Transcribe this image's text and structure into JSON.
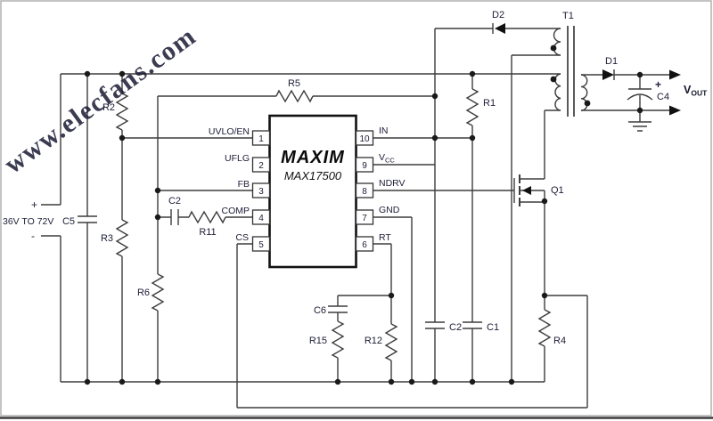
{
  "watermark": {
    "text": "www.elecfans.com",
    "color": "#b5432a"
  },
  "colors": {
    "wire": "#3d3d3d",
    "label": "#20203a",
    "ic_border": "#111111",
    "frame": "#b0b0b0",
    "frame_bottom": "#3c3c3c"
  },
  "source": {
    "plus": "+",
    "minus": "-",
    "range": "36V TO 72V"
  },
  "ic": {
    "logo": "MAXIM",
    "part": "MAX17500",
    "left_pins": [
      {
        "num": "1",
        "name": "UVLO/EN"
      },
      {
        "num": "2",
        "name": "UFLG"
      },
      {
        "num": "3",
        "name": "FB"
      },
      {
        "num": "4",
        "name": "COMP"
      },
      {
        "num": "5",
        "name": "CS"
      }
    ],
    "right_pins": [
      {
        "num": "10",
        "name": "IN",
        "sub": ""
      },
      {
        "num": "9",
        "name": "V",
        "sub": "CC"
      },
      {
        "num": "8",
        "name": "NDRV",
        "sub": ""
      },
      {
        "num": "7",
        "name": "GND",
        "sub": ""
      },
      {
        "num": "6",
        "name": "RT",
        "sub": ""
      }
    ]
  },
  "components": {
    "c5": "C5",
    "r2": "R2",
    "r3": "R3",
    "r5": "R5",
    "r6": "R6",
    "r1": "R1",
    "c2_comp": "C2",
    "r11": "R11",
    "c6": "C6",
    "r15": "R15",
    "r12": "R12",
    "c2_bypass": "C2",
    "c1": "C1",
    "r4": "R4",
    "q1": "Q1",
    "d2": "D2",
    "d1": "D1",
    "t1": "T1",
    "c4": "C4",
    "c4_plus": "+"
  },
  "output": {
    "label": "V",
    "sub": "OUT"
  }
}
